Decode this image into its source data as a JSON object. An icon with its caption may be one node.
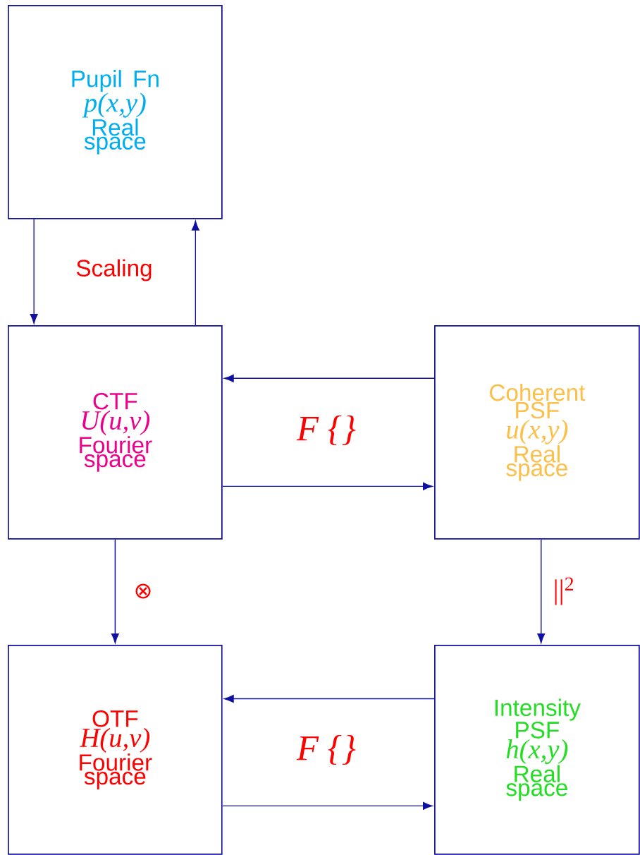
{
  "diagram": {
    "nodes": [
      {
        "text": [
          "Pupil Fn",
          "p(x,y)",
          "Real space"
        ]
      },
      {
        "text": [
          "CTF",
          "U(u,v)",
          "Fourier space"
        ]
      },
      {
        "text": [
          "Coherent PSF",
          "u(x,y)",
          "Real space"
        ]
      },
      {
        "text": [
          "OTF",
          "H(u,v)",
          "Fourier space"
        ]
      },
      {
        "text": [
          "Intensity PSF",
          "h(x,y)",
          "Real space"
        ]
      }
    ],
    "edges": [
      {
        "from": 0,
        "to": 1,
        "arrow": "to"
      },
      {
        "from": 1,
        "to": 0,
        "arrow": "to"
      },
      {
        "from": 2,
        "to": 1,
        "arrow": "to"
      },
      {
        "from": 1,
        "to": 2,
        "arrow": "to"
      },
      {
        "from": 1,
        "to": 3,
        "arrow": "to",
        "label": "⊗"
      },
      {
        "from": 2,
        "to": 4,
        "arrow": "to",
        "label": "||$^{2}$"
      },
      {
        "from": 4,
        "to": 3,
        "arrow": "to"
      },
      {
        "from": 3,
        "to": 4,
        "arrow": "to"
      }
    ],
    "labels": [
      "Scaling",
      "F {}",
      "F {}"
    ]
  }
}
